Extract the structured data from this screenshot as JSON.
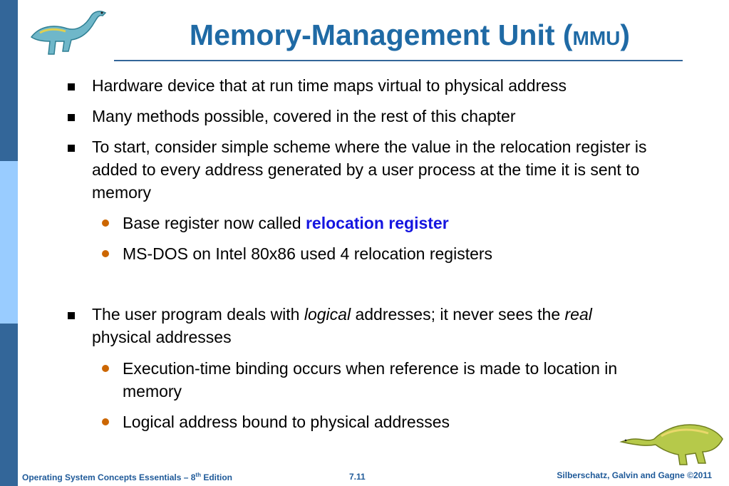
{
  "title": {
    "main": "Memory-Management Unit (",
    "abbr": "MMU",
    "close": ")"
  },
  "bullets": [
    {
      "text": "Hardware device that at run time maps virtual to physical address"
    },
    {
      "text": "Many methods possible, covered in the rest of this chapter"
    },
    {
      "text": "To start, consider simple scheme where the value in the relocation register is added to every address generated by a user process at the time it is sent to memory",
      "sub": [
        {
          "pre": "Base register now called ",
          "highlight": "relocation register"
        },
        {
          "text": "MS-DOS on Intel 80x86 used 4 relocation registers"
        }
      ]
    },
    {
      "pre": "The user program deals with ",
      "em1": "logical",
      "mid": " addresses; it never sees the ",
      "em2": "real",
      "post": " physical addresses",
      "sub": [
        {
          "text": "Execution-time binding occurs when reference is made to location in memory"
        },
        {
          "text": "Logical address bound to physical addresses"
        }
      ]
    }
  ],
  "footer": {
    "left_pre": "Operating System Concepts Essentials – 8",
    "left_sup": "th",
    "left_post": " Edition",
    "page": "7.11",
    "right": "Silberschatz, Galvin and Gagne ©2011"
  },
  "colors": {
    "title": "#1f6aa5",
    "sidebar_dark": "#336699",
    "sidebar_light": "#99ccff",
    "highlight": "#1515e0",
    "sub_bullet": "#cc6600"
  }
}
